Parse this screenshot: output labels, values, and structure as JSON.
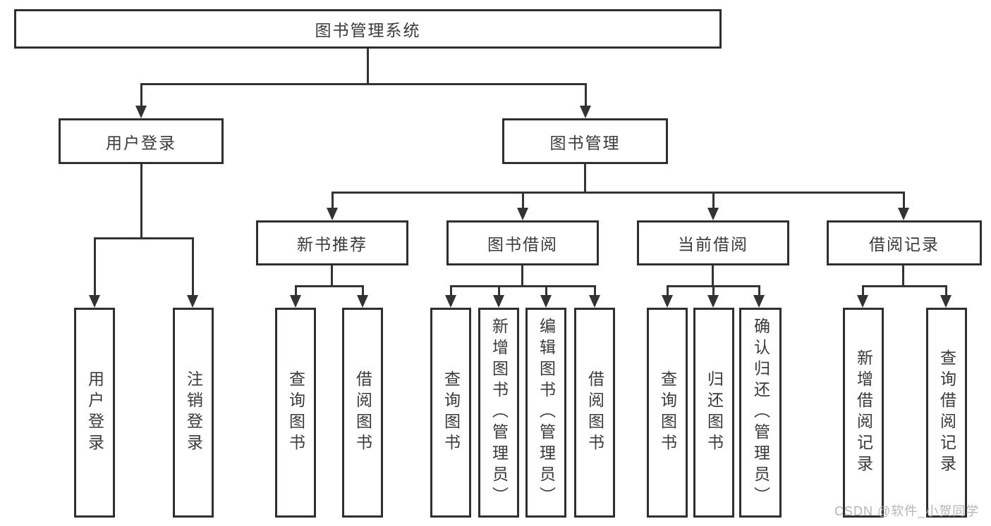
{
  "tree": {
    "root": "图书管理系统",
    "branches": [
      {
        "label": "用户登录",
        "leaves": [
          "用户登录",
          "注销登录"
        ]
      },
      {
        "label": "图书管理",
        "children": [
          {
            "label": "新书推荐",
            "leaves": [
              "查询图书",
              "借阅图书"
            ]
          },
          {
            "label": "图书借阅",
            "leaves": [
              "查询图书",
              "新增图书（管理员）",
              "编辑图书（管理员）",
              "借阅图书"
            ]
          },
          {
            "label": "当前借阅",
            "leaves": [
              "查询图书",
              "归还图书",
              "确认归还（管理员）"
            ]
          },
          {
            "label": "借阅记录",
            "leaves": [
              "新增借阅记录",
              "查询借阅记录"
            ]
          }
        ]
      }
    ]
  },
  "watermark": "CSDN @软件_小贺同学",
  "colors": {
    "line": "#333333",
    "box_border": "#2f2f2f",
    "text": "#3a3a3a",
    "watermark": "#a8a8a8",
    "background": "#ffffff"
  }
}
